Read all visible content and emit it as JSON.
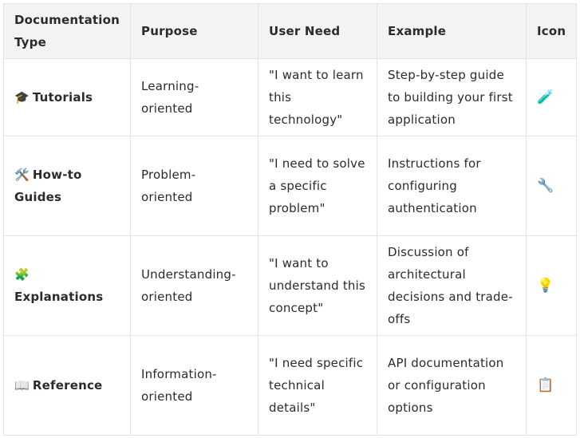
{
  "headers": [
    "Documentation Type",
    "Purpose",
    "User Need",
    "Example",
    "Icon"
  ],
  "rows": [
    {
      "type_emoji": "🎓",
      "type": "Tutorials",
      "purpose": "Learning-oriented",
      "user_need": "\"I want to learn this technology\"",
      "example": "Step-by-step guide to building your first application",
      "icon": "🧪"
    },
    {
      "type_emoji": "🛠️",
      "type": "How-to Guides",
      "purpose": "Problem-oriented",
      "user_need": "\"I need to solve a specific problem\"",
      "example": "Instructions for configuring authentication",
      "icon": "🔧"
    },
    {
      "type_emoji": "🧩",
      "type": "Explanations",
      "purpose": "Understanding-oriented",
      "user_need": "\"I want to understand this concept\"",
      "example": "Discussion of architectural decisions and trade-offs",
      "icon": "💡"
    },
    {
      "type_emoji": "📖",
      "type": "Reference",
      "purpose": "Information-oriented",
      "user_need": "\"I need specific technical details\"",
      "example": "API documentation or configuration options",
      "icon": "📋"
    }
  ]
}
